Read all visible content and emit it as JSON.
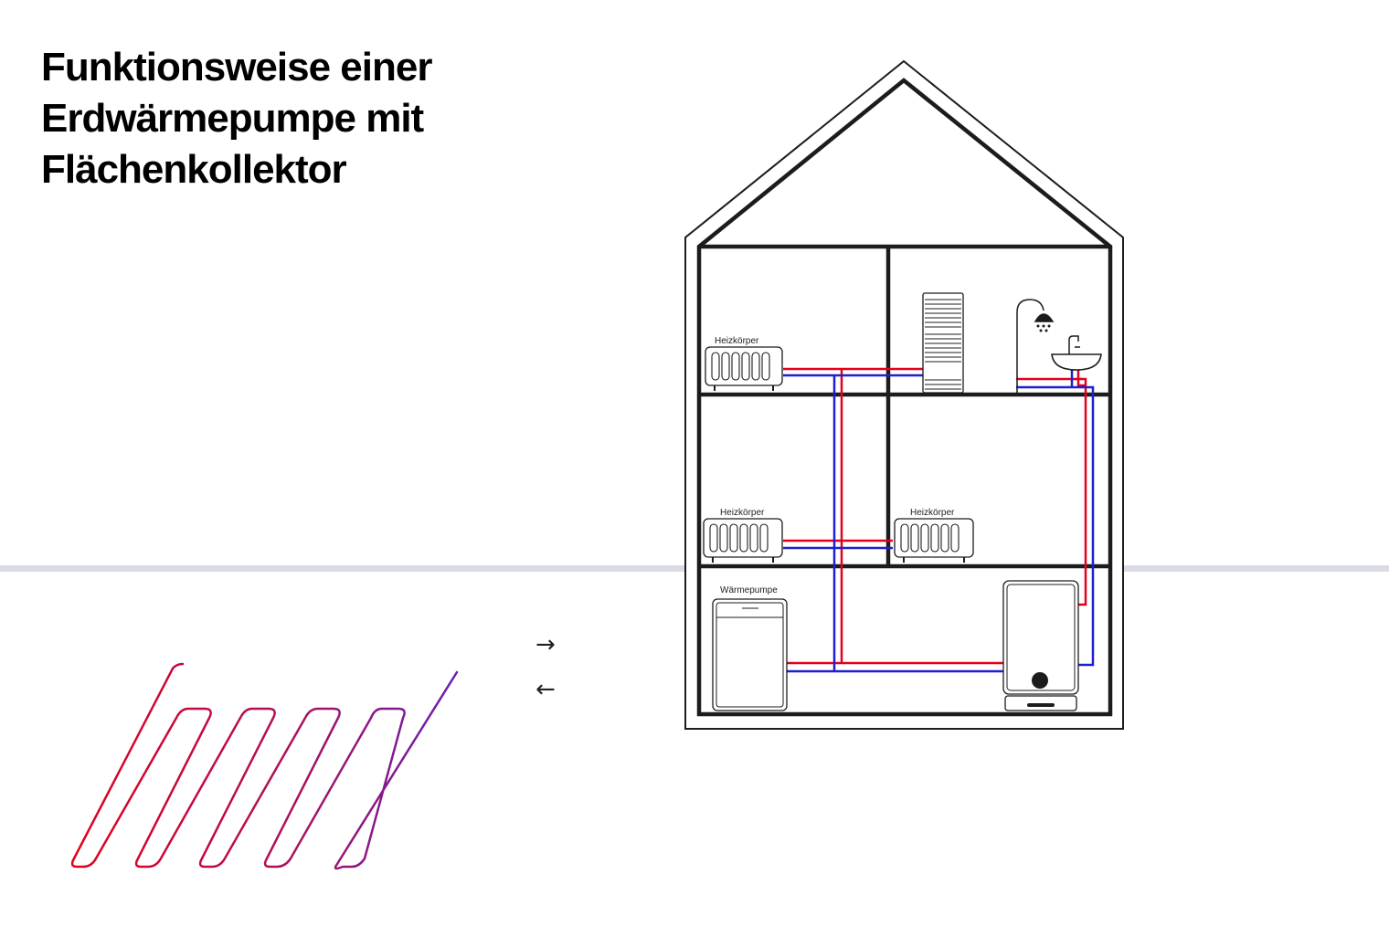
{
  "title": {
    "lines": [
      "Funktionsweise einer",
      "Erdwärmepumpe mit",
      "Flächenkollektor"
    ]
  },
  "labels": {
    "radiator_top": "Heizkörper",
    "radiator_mid_left": "Heizkörper",
    "radiator_mid_right": "Heizkörper",
    "heat_pump": "Wärmepumpe"
  },
  "flow_arrows": {
    "supply": "→",
    "return": "←"
  },
  "colors": {
    "supply_pipe": "#e3001b",
    "return_pipe": "#1f1fcf",
    "collector_hot": "#e3001b",
    "collector_cool": "#6a1fb0",
    "ground_line": "#d9dce6",
    "outline": "#1c1c1c"
  }
}
